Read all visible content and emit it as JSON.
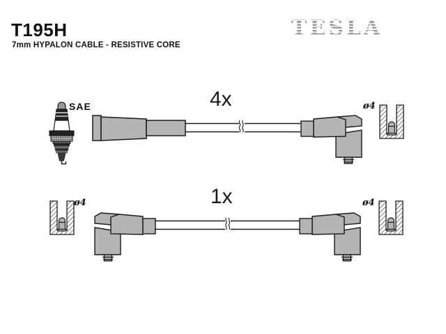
{
  "product": {
    "code": "T195H",
    "description": "7mm HYPALON CABLE - RESISTIVE CORE"
  },
  "brand": {
    "name": "TESLA",
    "color": "#9a9a9a"
  },
  "labels": {
    "spark_plug_standard": "SAE",
    "top_quantity": "4x",
    "bottom_quantity": "1x",
    "top_right_diameter": "ø4",
    "bottom_left_diameter": "ø4",
    "bottom_right_diameter": "ø4"
  },
  "colors": {
    "background": "#ffffff",
    "line": "#1a1a1a",
    "boot_fill": "#b4b4b4",
    "logo_gray": "#9a9a9a"
  },
  "icons": {
    "spark_plug": "spark-plug",
    "straight_boot": "straight-boot-connector",
    "elbow_boot": "elbow-boot-connector",
    "terminal_cross_section": "terminal-cross-section",
    "cable_break": "cable-break-mark"
  }
}
